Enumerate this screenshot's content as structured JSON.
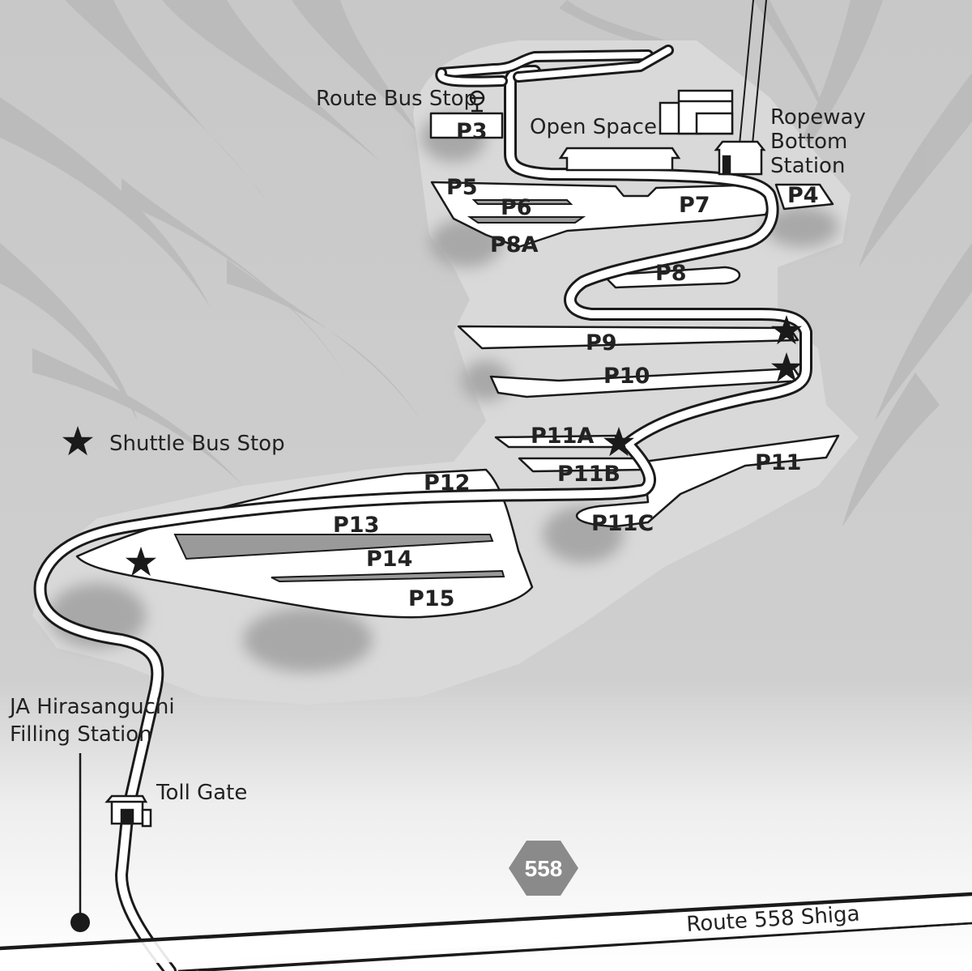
{
  "labels": {
    "route_bus_stop": "Route Bus Stop",
    "open_space": "Open Space",
    "ropeway_line1": "Ropeway",
    "ropeway_line2": "Bottom",
    "ropeway_line3": "Station",
    "shuttle_legend": "Shuttle Bus Stop",
    "ja_line1": "JA Hirasanguchi",
    "ja_line2": "Filling Station",
    "toll_gate": "Toll Gate",
    "route_name": "Route 558 Shiga",
    "route_number": "558"
  },
  "parking": {
    "p3": "P3",
    "p4": "P4",
    "p5": "P5",
    "p6": "P6",
    "p7": "P7",
    "p8a": "P8A",
    "p8": "P8",
    "p9": "P9",
    "p10": "P10",
    "p11a": "P11A",
    "p11b": "P11B",
    "p11": "P11",
    "p11c": "P11C",
    "p12": "P12",
    "p13": "P13",
    "p14": "P14",
    "p15": "P15"
  },
  "colors": {
    "mountain": "#c4c4c4",
    "slope": "#adadad",
    "valley": "#d6d6d6",
    "road": "#ffffff",
    "outline": "#1a1a1a",
    "shield": "#8a8a8a"
  }
}
